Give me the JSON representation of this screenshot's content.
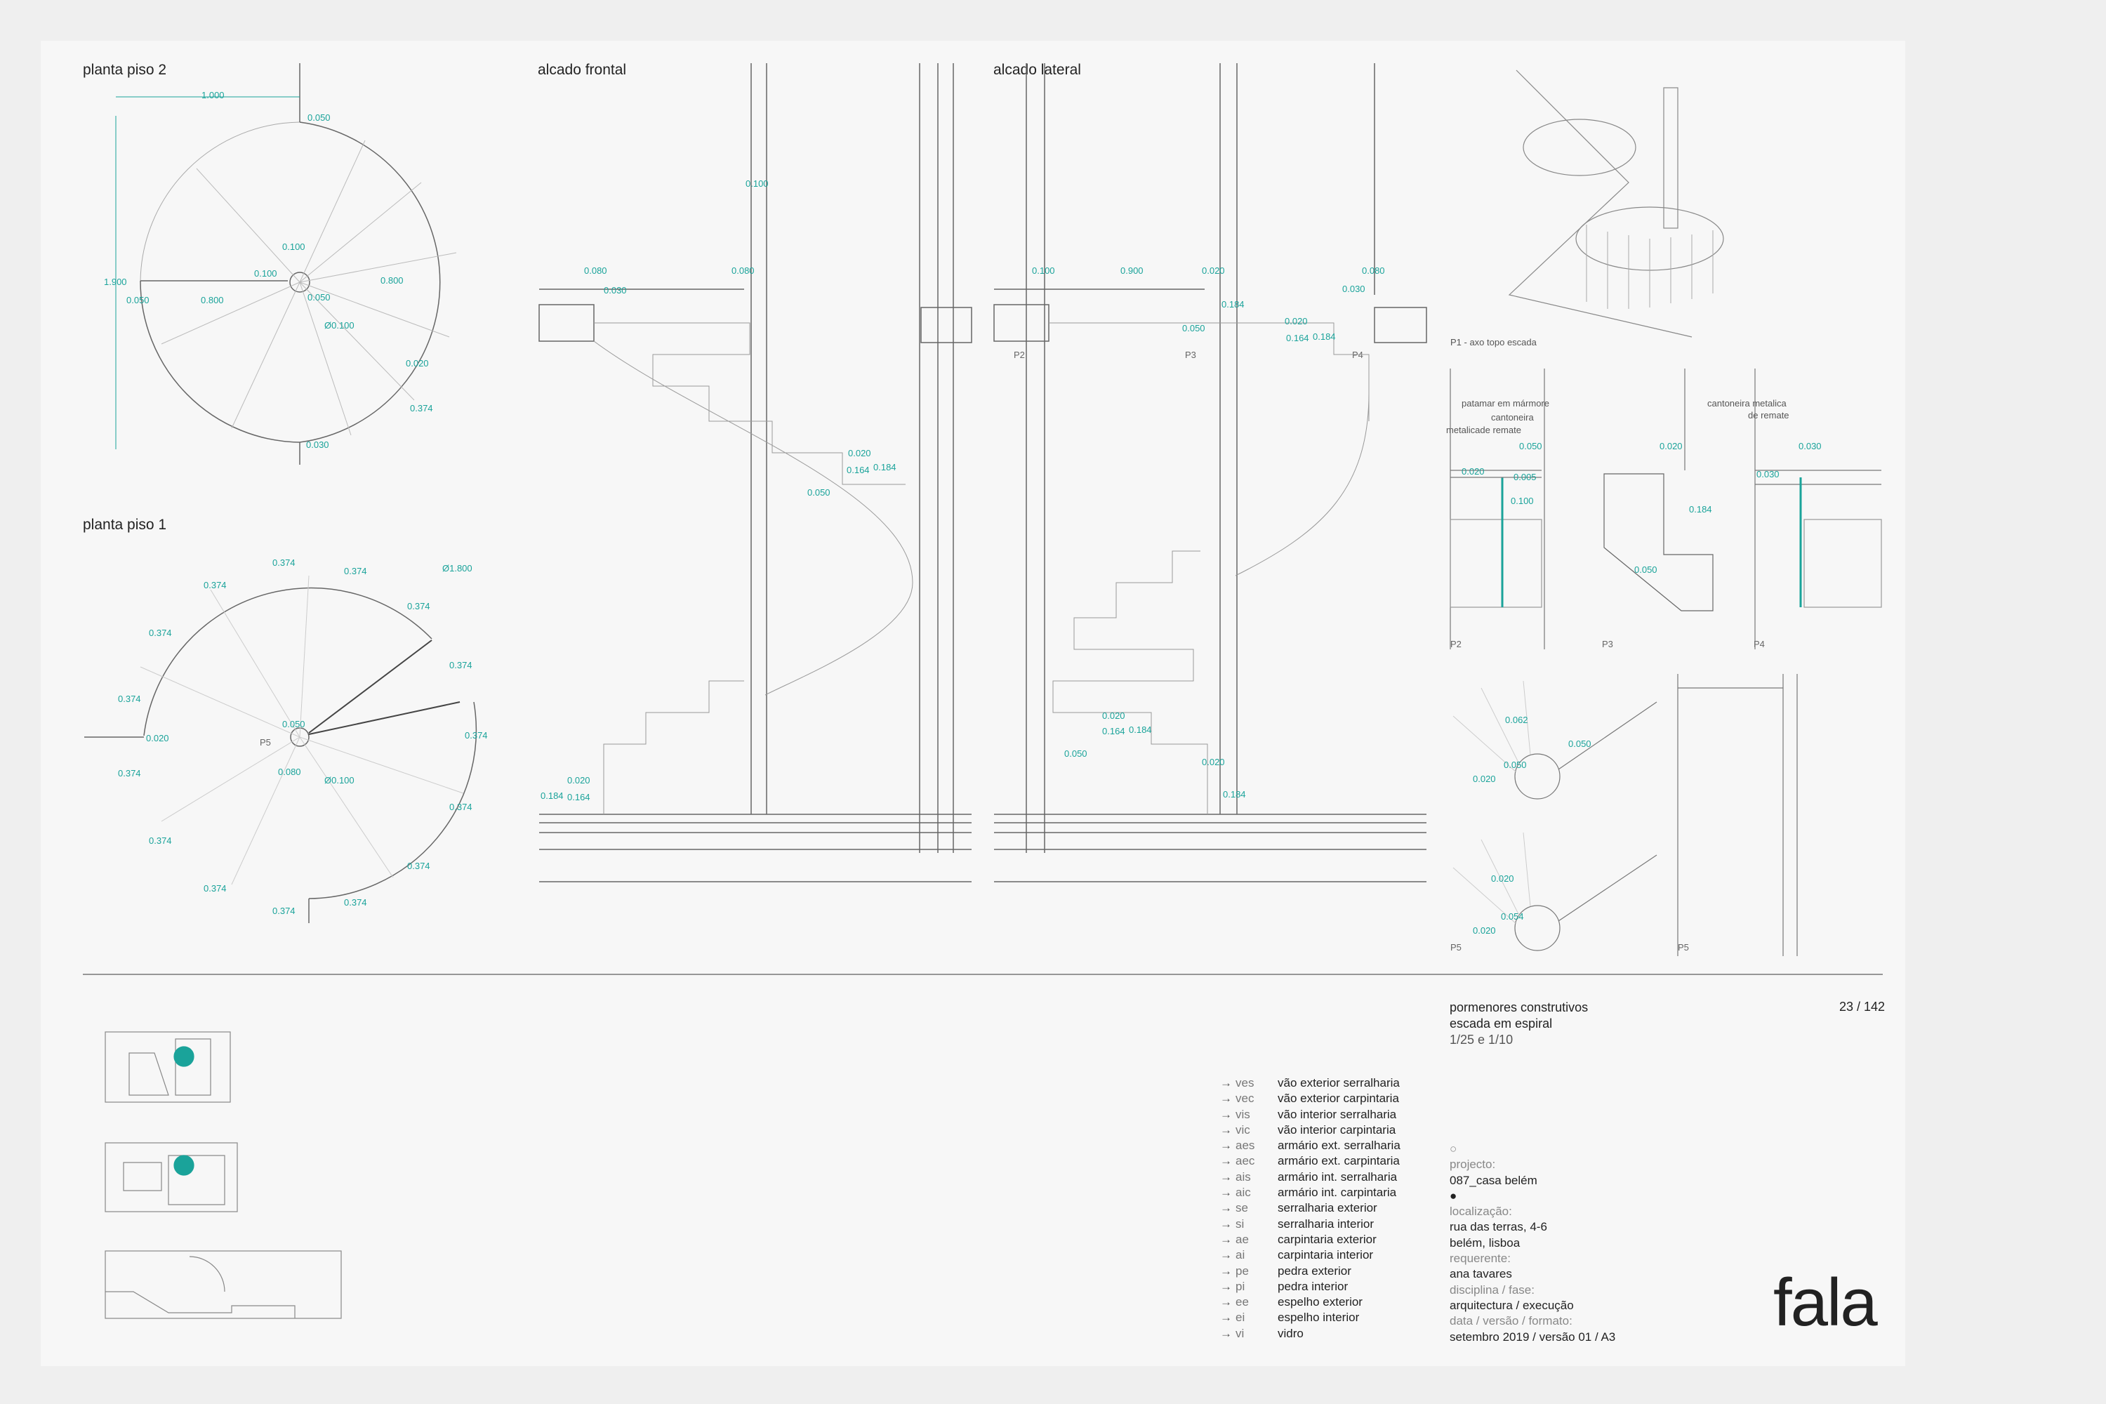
{
  "drawings": {
    "planta_piso_2": {
      "label": "planta piso 2"
    },
    "planta_piso_1": {
      "label": "planta piso 1"
    },
    "alcado_frontal": {
      "label": "alcado frontal"
    },
    "alcado_lateral": {
      "label": "alcado lateral"
    },
    "axo": {
      "label": "P1 - axo topo escada"
    }
  },
  "section_labels": {
    "p2": "P2",
    "p3": "P3",
    "p4": "P4",
    "p5": "P5"
  },
  "notes": {
    "patamar": "patamar em mármore",
    "cantoneira_a1": "cantoneira",
    "cantoneira_a2": "metalicade remate",
    "cantoneira_b1": "cantoneira metalica",
    "cantoneira_b2": "de remate"
  },
  "dimensions": {
    "plan2": [
      "1.000",
      "0.050",
      "0.100",
      "0.100",
      "0.050",
      "0.800",
      "1.900",
      "0.050",
      "0.800",
      "Ø0.100",
      "0.020",
      "0.374",
      "0.030"
    ],
    "plan1": [
      "0.374",
      "0.374",
      "0.374",
      "Ø1.800",
      "0.374",
      "0.374",
      "0.374",
      "0.374",
      "0.374",
      "0.020",
      "0.374",
      "0.374",
      "0.374",
      "0.374",
      "0.374",
      "0.374",
      "0.374",
      "0.050",
      "P5",
      "0.080",
      "Ø0.100"
    ],
    "frontal": [
      "0.100",
      "0.080",
      "0.030",
      "0.080",
      "0.020",
      "0.164",
      "0.184",
      "0.050",
      "0.020",
      "0.184",
      "0.164"
    ],
    "lateral": [
      "0.100",
      "0.900",
      "0.020",
      "0.184",
      "0.050",
      "0.020",
      "0.164",
      "0.184",
      "0.080",
      "0.030",
      "0.020",
      "0.164",
      "0.184",
      "0.050",
      "0.020",
      "0.184"
    ],
    "details": [
      "0.050",
      "0.020",
      "0.005",
      "0.100",
      "0.020",
      "0.184",
      "0.050",
      "0.030",
      "0.030",
      "0.062",
      "0.050",
      "0.050",
      "0.020",
      "0.020",
      "0.054",
      "0.020"
    ]
  },
  "title_block": {
    "title_line1": "pormenores construtivos",
    "title_line2": "escada em espiral",
    "scale": "1/25 e 1/10",
    "page": "23 / 142",
    "logo": "fala"
  },
  "legend": [
    {
      "code": "ves",
      "text": "vão exterior serralharia"
    },
    {
      "code": "vec",
      "text": "vão exterior carpintaria"
    },
    {
      "code": "vis",
      "text": "vão interior serralharia"
    },
    {
      "code": "vic",
      "text": "vão interior carpintaria"
    },
    {
      "code": "aes",
      "text": "armário ext. serralharia"
    },
    {
      "code": "aec",
      "text": "armário ext. carpintaria"
    },
    {
      "code": "ais",
      "text": "armário int. serralharia"
    },
    {
      "code": "aic",
      "text": "armário int. carpintaria"
    },
    {
      "code": "se",
      "text": "serralharia exterior"
    },
    {
      "code": "si",
      "text": "serralharia interior"
    },
    {
      "code": "ae",
      "text": "carpintaria exterior"
    },
    {
      "code": "ai",
      "text": "carpintaria interior"
    },
    {
      "code": "pe",
      "text": "pedra exterior"
    },
    {
      "code": "pi",
      "text": "pedra interior"
    },
    {
      "code": "ee",
      "text": "espelho exterior"
    },
    {
      "code": "ei",
      "text": "espelho interior"
    },
    {
      "code": "vi",
      "text": "vidro"
    }
  ],
  "legend_arrow": "→",
  "project_info": {
    "marker_open": "○",
    "projecto_label": "projecto:",
    "projecto_value": "087_casa belém",
    "marker_filled": "●",
    "localizacao_label": "localização:",
    "localizacao_value1": "rua das terras, 4-6",
    "localizacao_value2": "belém, lisboa",
    "requerente_label": "requerente:",
    "requerente_value": "ana tavares",
    "disciplina_label": "disciplina / fase:",
    "disciplina_value": "arquitectura / execução",
    "data_label": "data / versão / formato:",
    "data_value": "setembro 2019 / versão 01 / A3"
  },
  "colors": {
    "accent": "#1aa39a",
    "line": "#555555",
    "faint": "#bbbbbb",
    "paper": "#f7f7f7"
  }
}
